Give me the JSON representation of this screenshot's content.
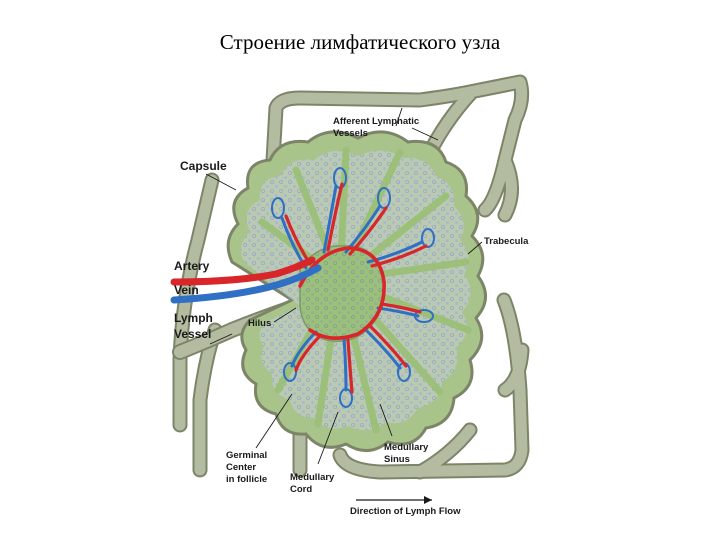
{
  "title": "Строение лимфатического узла",
  "labels": {
    "afferent_1": "Afferent Lymphatic",
    "afferent_2": "Vessels",
    "capsule": "Capsule",
    "trabecula": "Trabecula",
    "artery": "Artery",
    "vein": "Vein",
    "lymph_1": "Lymph",
    "lymph_2": "Vessel",
    "hilus": "Hilus",
    "germinal_1": "Germinal",
    "germinal_2": "Center",
    "germinal_3": "in follicle",
    "medcord_1": "Medullary",
    "medcord_2": "Cord",
    "medsinus_1": "Medullary",
    "medsinus_2": "Sinus",
    "flow": "Direction of Lymph Flow"
  },
  "colors": {
    "vessel": "#b3bba0",
    "vessel_edge": "#7d8569",
    "cortex": "#c9cdd4",
    "sinus": "#a8c48a",
    "medulla": "#9cc07a",
    "artery": "#d8262a",
    "vein": "#2f6fc4",
    "follicle": "#6a86c8"
  }
}
